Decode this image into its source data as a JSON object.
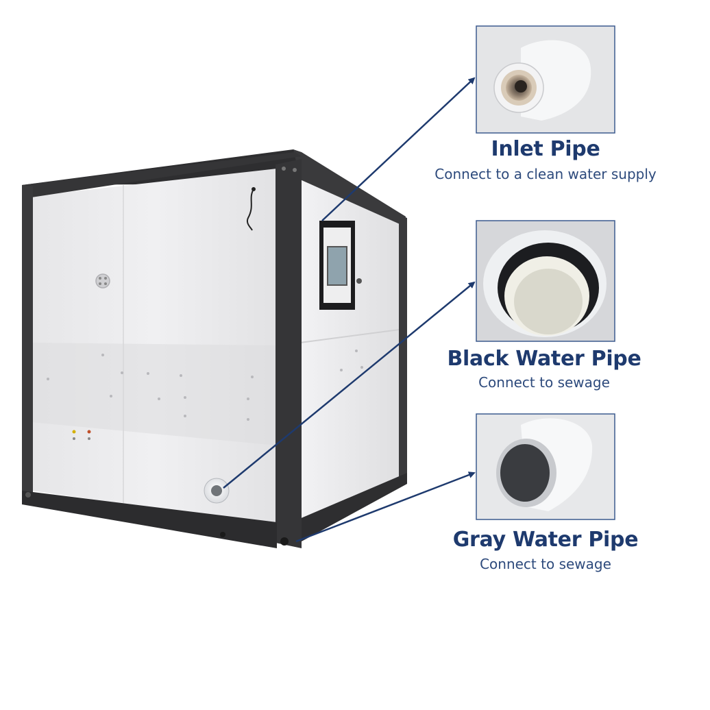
{
  "accent_color": "#1e3a6e",
  "callouts": [
    {
      "title": "Inlet Pipe",
      "subtitle": "Connect to a clean water supply",
      "icon": "inlet-pipe-photo"
    },
    {
      "title": "Black Water Pipe",
      "subtitle": "Connect to sewage",
      "icon": "black-water-pipe-photo"
    },
    {
      "title": "Gray Water Pipe",
      "subtitle": "Connect to sewage",
      "icon": "gray-water-pipe-photo"
    }
  ]
}
